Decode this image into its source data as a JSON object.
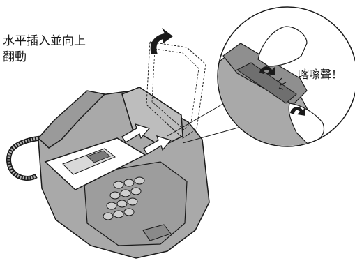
{
  "instruction": {
    "line1": "水平插入並向上",
    "line2": "翻動"
  },
  "callout": {
    "click_text": "喀嚓聲！"
  },
  "colors": {
    "body_fill": "#a9a9a9",
    "body_dark": "#8a8a8a",
    "outline": "#1a1a1a",
    "paper": "#ffffff"
  }
}
